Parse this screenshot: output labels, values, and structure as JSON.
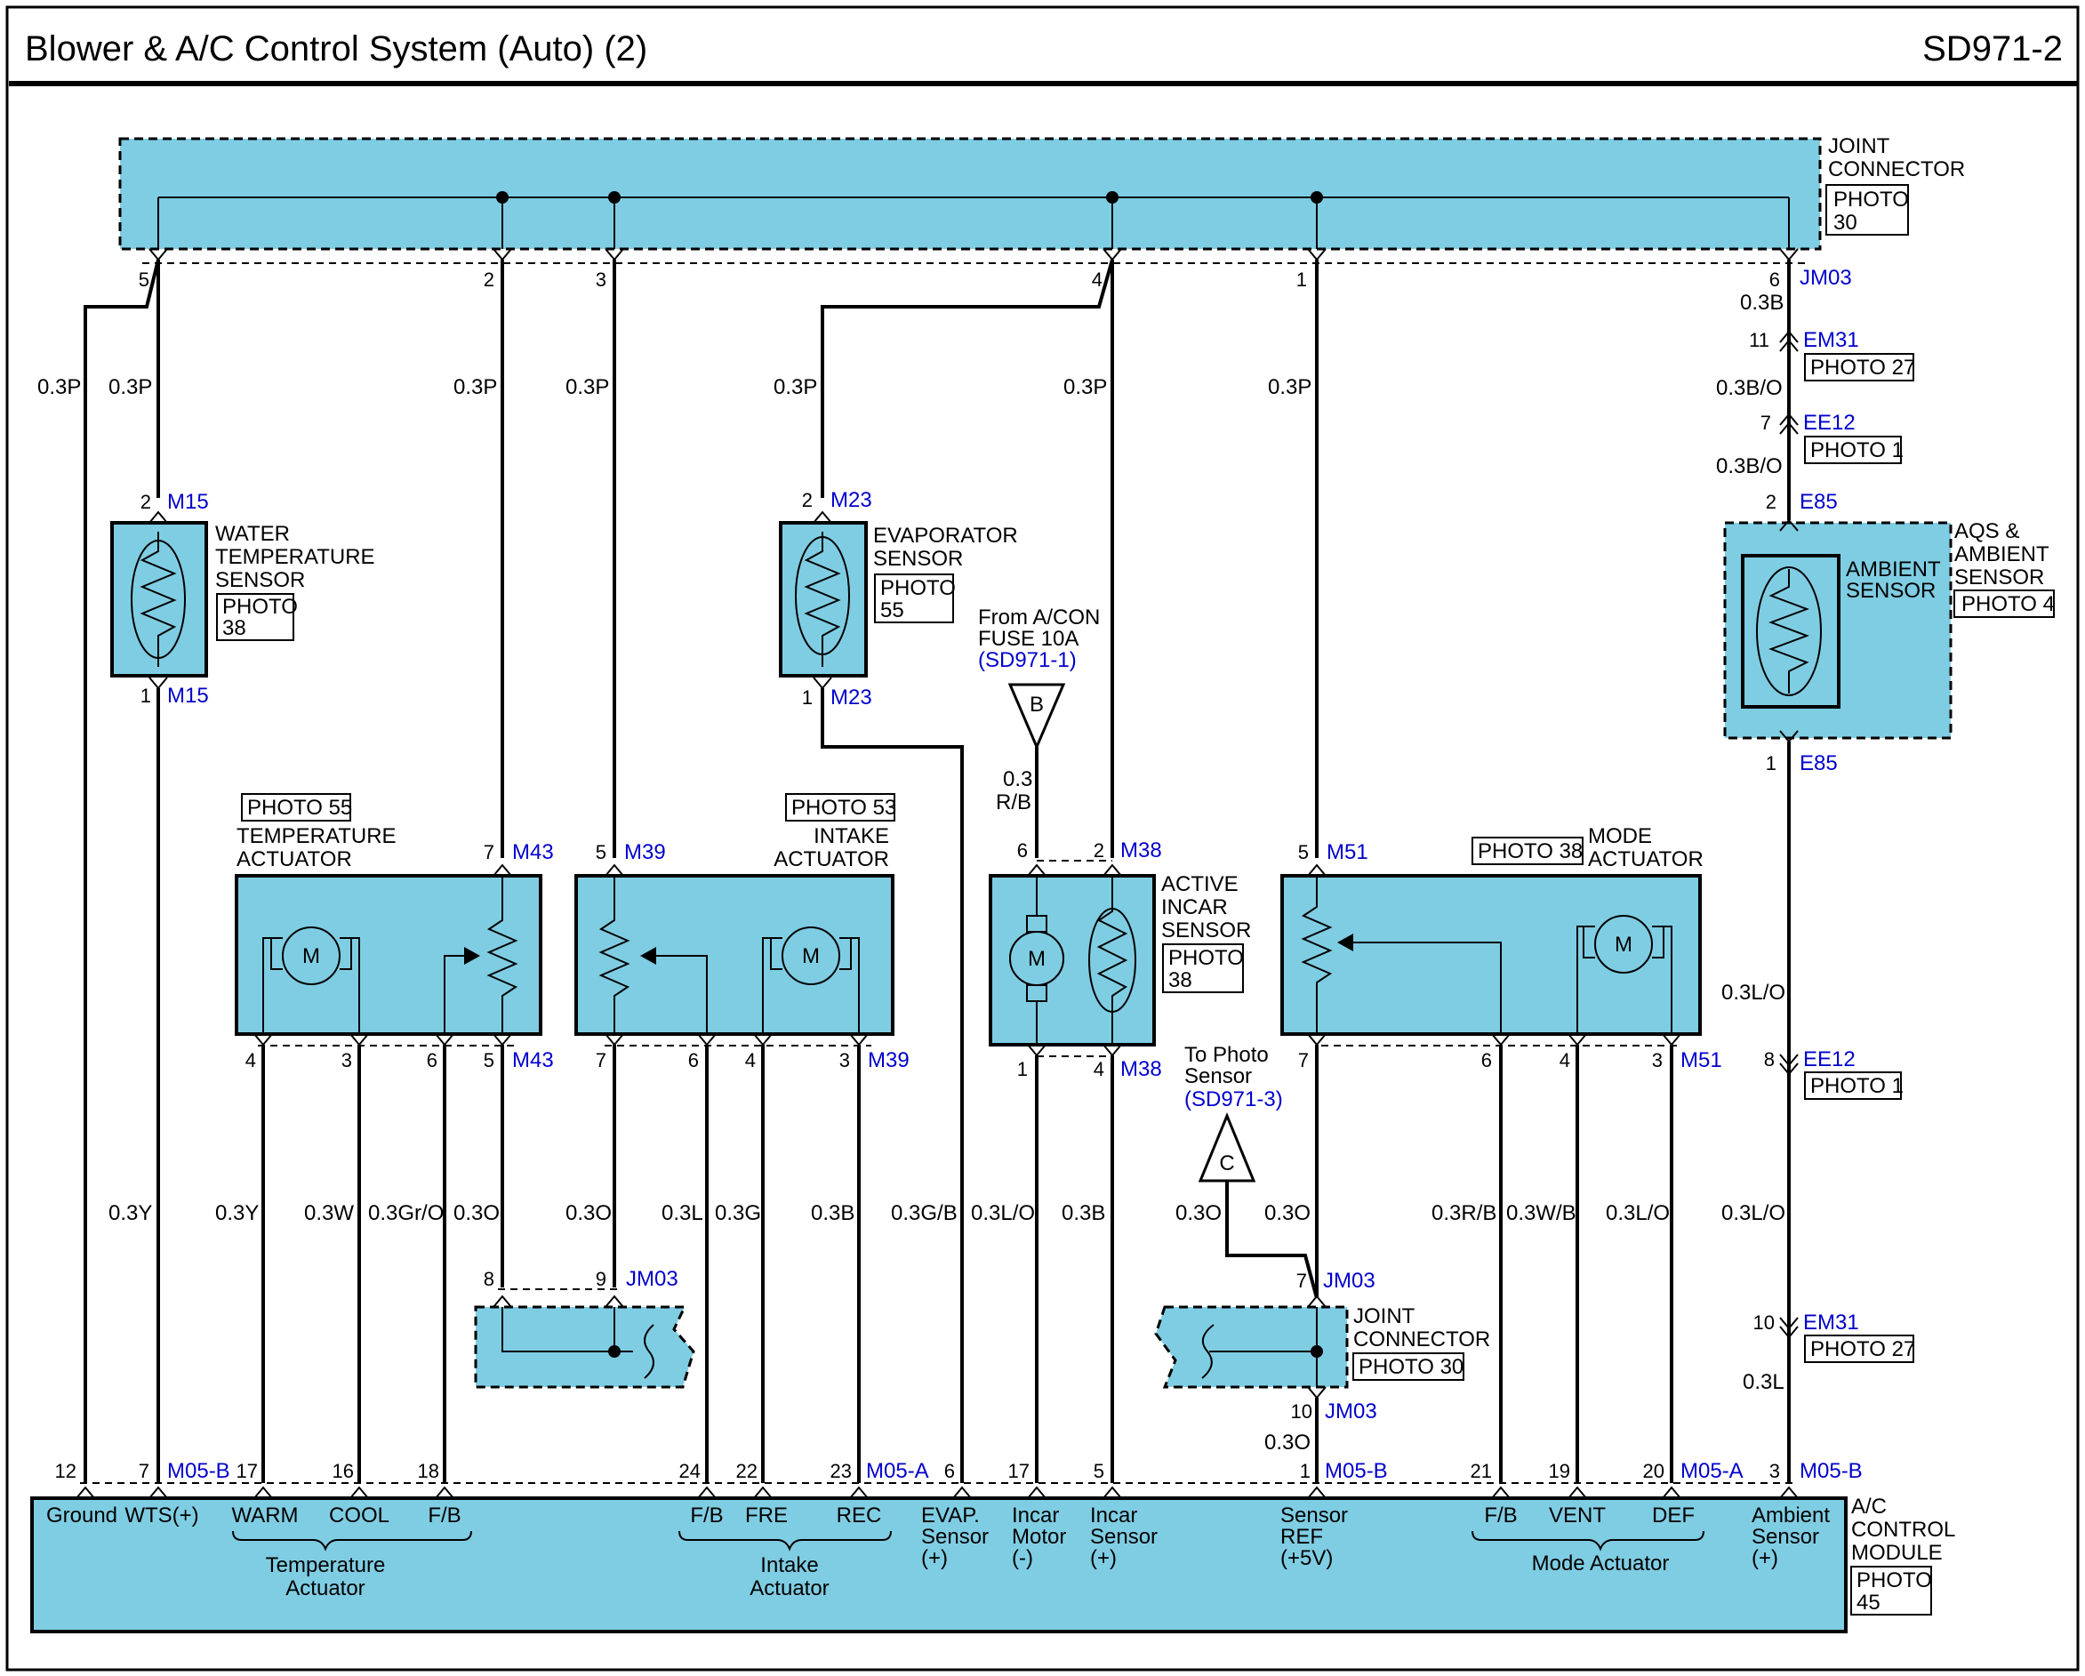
{
  "title": "Blower & A/C Control System (Auto) (2)",
  "page_code": "SD971-2",
  "joint_connector_top": {
    "label": [
      "JOINT",
      "CONNECTOR"
    ],
    "photo": [
      "PHOTO",
      "30"
    ],
    "connector": "JM03"
  },
  "water_temp_sensor": {
    "label": [
      "WATER",
      "TEMPERATURE",
      "SENSOR"
    ],
    "photo": [
      "PHOTO",
      "38"
    ],
    "connector": "M15"
  },
  "evaporator_sensor": {
    "label": [
      "EVAPORATOR",
      "SENSOR"
    ],
    "photo": [
      "PHOTO",
      "55"
    ],
    "connector": "M23"
  },
  "from_fuse": {
    "lines": [
      "From A/CON",
      "FUSE 10A"
    ],
    "ref": "(SD971-1)",
    "symbol": "B"
  },
  "to_photo": {
    "lines": [
      "To Photo",
      "Sensor"
    ],
    "ref": "(SD971-3)",
    "symbol": "C"
  },
  "temperature_actuator": {
    "photo": "PHOTO 55",
    "label": [
      "TEMPERATURE",
      "ACTUATOR"
    ],
    "connector": "M43"
  },
  "intake_actuator": {
    "photo": "PHOTO 53",
    "label": [
      "INTAKE",
      "ACTUATOR"
    ],
    "connector": "M39"
  },
  "incar_sensor": {
    "label": [
      "ACTIVE",
      "INCAR",
      "SENSOR"
    ],
    "photo": [
      "PHOTO",
      "38"
    ],
    "connector": "M38"
  },
  "mode_actuator": {
    "photo": "PHOTO 38",
    "label": [
      "MODE",
      "ACTUATOR"
    ],
    "connector": "M51"
  },
  "aqs_sensor": {
    "label": [
      "AQS &",
      "AMBIENT",
      "SENSOR"
    ],
    "inner": [
      "AMBIENT",
      "SENSOR"
    ],
    "photo": "PHOTO 4",
    "connector": "E85"
  },
  "em31_photo": "PHOTO 27",
  "ee12_photo": "PHOTO 1",
  "joint_connector_mid": {
    "label": [
      "JOINT",
      "CONNECTOR"
    ],
    "photo": "PHOTO 30"
  },
  "acm": {
    "label": [
      "A/C",
      "CONTROL",
      "MODULE"
    ],
    "photo": [
      "PHOTO",
      "45"
    ],
    "conn_a": "M05-A",
    "conn_b": "M05-B"
  },
  "motor_symbol": "M",
  "module_terms": {
    "ground": "Ground",
    "wts": "WTS(+)",
    "warm": "WARM",
    "cool": "COOL",
    "fb1": "F/B",
    "temp_group": [
      "Temperature",
      "Actuator"
    ],
    "fb2": "F/B",
    "fre": "FRE",
    "rec": "REC",
    "intake_group": [
      "Intake",
      "Actuator"
    ],
    "evap": [
      "EVAP.",
      "Sensor",
      "(+)"
    ],
    "incar_motor": [
      "Incar",
      "Motor",
      "(-)"
    ],
    "incar_sensor": [
      "Incar",
      "Sensor",
      "(+)"
    ],
    "sensor_ref": [
      "Sensor",
      "REF",
      "(+5V)"
    ],
    "fb3": "F/B",
    "vent": "VENT",
    "def": "DEF",
    "mode_group": "Mode Actuator",
    "ambient": [
      "Ambient",
      "Sensor",
      "(+)"
    ]
  },
  "connectors": {
    "jm03": "JM03",
    "em31": "EM31",
    "ee12": "EE12",
    "e85": "E85",
    "m15": "M15",
    "m23": "M23",
    "m43": "M43",
    "m39": "M39",
    "m38": "M38",
    "m51": "M51",
    "m05a": "M05-A",
    "m05b": "M05-B"
  },
  "pins": {
    "j5": "5",
    "j2": "2",
    "j3": "3",
    "j4": "4",
    "j1": "1",
    "j6": "6",
    "em31_11": "11",
    "ee12_7": "7",
    "e85_2": "2",
    "e85_1": "1",
    "ee12_8": "8",
    "em31_10": "10",
    "amb_3": "3",
    "m15_2": "2",
    "m15_1": "1",
    "m23_2": "2",
    "m23_1": "1",
    "m43_7": "7",
    "m39_5": "5",
    "m38_6": "6",
    "m38_2": "2",
    "m51_5": "5",
    "ta4": "4",
    "ta3": "3",
    "ta6": "6",
    "ta5": "5",
    "ia7": "7",
    "ia6": "6",
    "ia4": "4",
    "ia3": "3",
    "ic1": "1",
    "ic4": "4",
    "ma7": "7",
    "ma6": "6",
    "ma4": "4",
    "ma3": "3",
    "jm8": "8",
    "jm9": "9",
    "jm7": "7",
    "jm10": "10",
    "mod12": "12",
    "mod7": "7",
    "mod17a": "17",
    "mod16": "16",
    "mod18": "18",
    "mod24": "24",
    "mod22": "22",
    "mod23": "23",
    "mod6": "6",
    "mod17b": "17",
    "mod5": "5",
    "mod1": "1",
    "mod21": "21",
    "mod19": "19",
    "mod20": "20",
    "mod3": "3"
  },
  "wires": {
    "w_gnd": "0.3P",
    "w_wts_top": "0.3P",
    "w_j2": "0.3P",
    "w_j3": "0.3P",
    "w_evap_top": "0.3P",
    "w_j4": "0.3P",
    "w_j1": "0.3P",
    "w_j6": "0.3B",
    "w_em31": "0.3B/O",
    "w_ee12": "0.3B/O",
    "w_fuse": [
      "0.3",
      "R/B"
    ],
    "w_wts_bot": "0.3Y",
    "w_warm": "0.3Y",
    "w_cool": "0.3W",
    "w_fb1": "0.3Gr/O",
    "w_m43_5": "0.3O",
    "w_ia7": "0.3O",
    "w_fb2": "0.3L",
    "w_fre": "0.3G",
    "w_rec": "0.3B",
    "w_evap_bot": "0.3G/B",
    "w_incar_m": "0.3L/O",
    "w_incar_s": "0.3B",
    "w_photo": "0.3O",
    "w_ref": "0.3O",
    "w_fb3": "0.3R/B",
    "w_vent": "0.3W/B",
    "w_def": "0.3L/O",
    "w_amb1": "0.3L/O",
    "w_amb2": "0.3L/O",
    "w_amb3": "0.3L",
    "w_jm10": "0.3O"
  }
}
